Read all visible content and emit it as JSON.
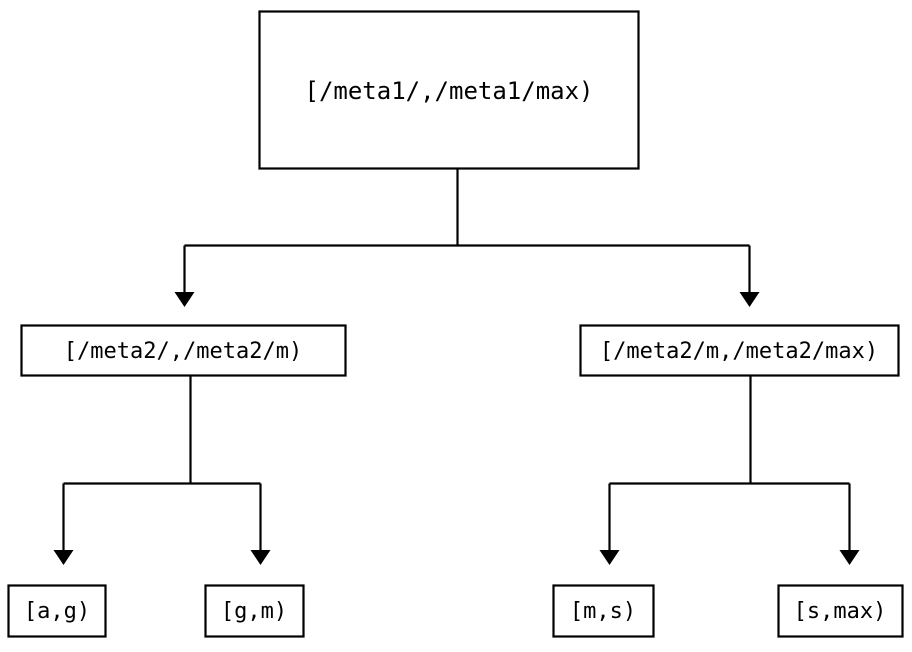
{
  "diagram": {
    "type": "tree",
    "title": "",
    "background_color": "#ffffff",
    "stroke_color": "#000000",
    "text_color": "#000000",
    "nodes": {
      "root": {
        "label": "[/meta1/,/meta1/max)"
      },
      "mid_left": {
        "label": "[/meta2/,/meta2/m)"
      },
      "mid_right": {
        "label": "[/meta2/m,/meta2/max)"
      },
      "leaf_1": {
        "label": "[a,g)"
      },
      "leaf_2": {
        "label": "[g,m)"
      },
      "leaf_3": {
        "label": "[m,s)"
      },
      "leaf_4": {
        "label": "[s,max)"
      }
    },
    "edges": [
      {
        "from": "root",
        "to": "mid_left",
        "arrow": "down-triangle"
      },
      {
        "from": "root",
        "to": "mid_right",
        "arrow": "down-triangle"
      },
      {
        "from": "mid_left",
        "to": "leaf_1",
        "arrow": "down-triangle"
      },
      {
        "from": "mid_left",
        "to": "leaf_2",
        "arrow": "down-triangle"
      },
      {
        "from": "mid_right",
        "to": "leaf_3",
        "arrow": "down-triangle"
      },
      {
        "from": "mid_right",
        "to": "leaf_4",
        "arrow": "down-triangle"
      }
    ]
  }
}
